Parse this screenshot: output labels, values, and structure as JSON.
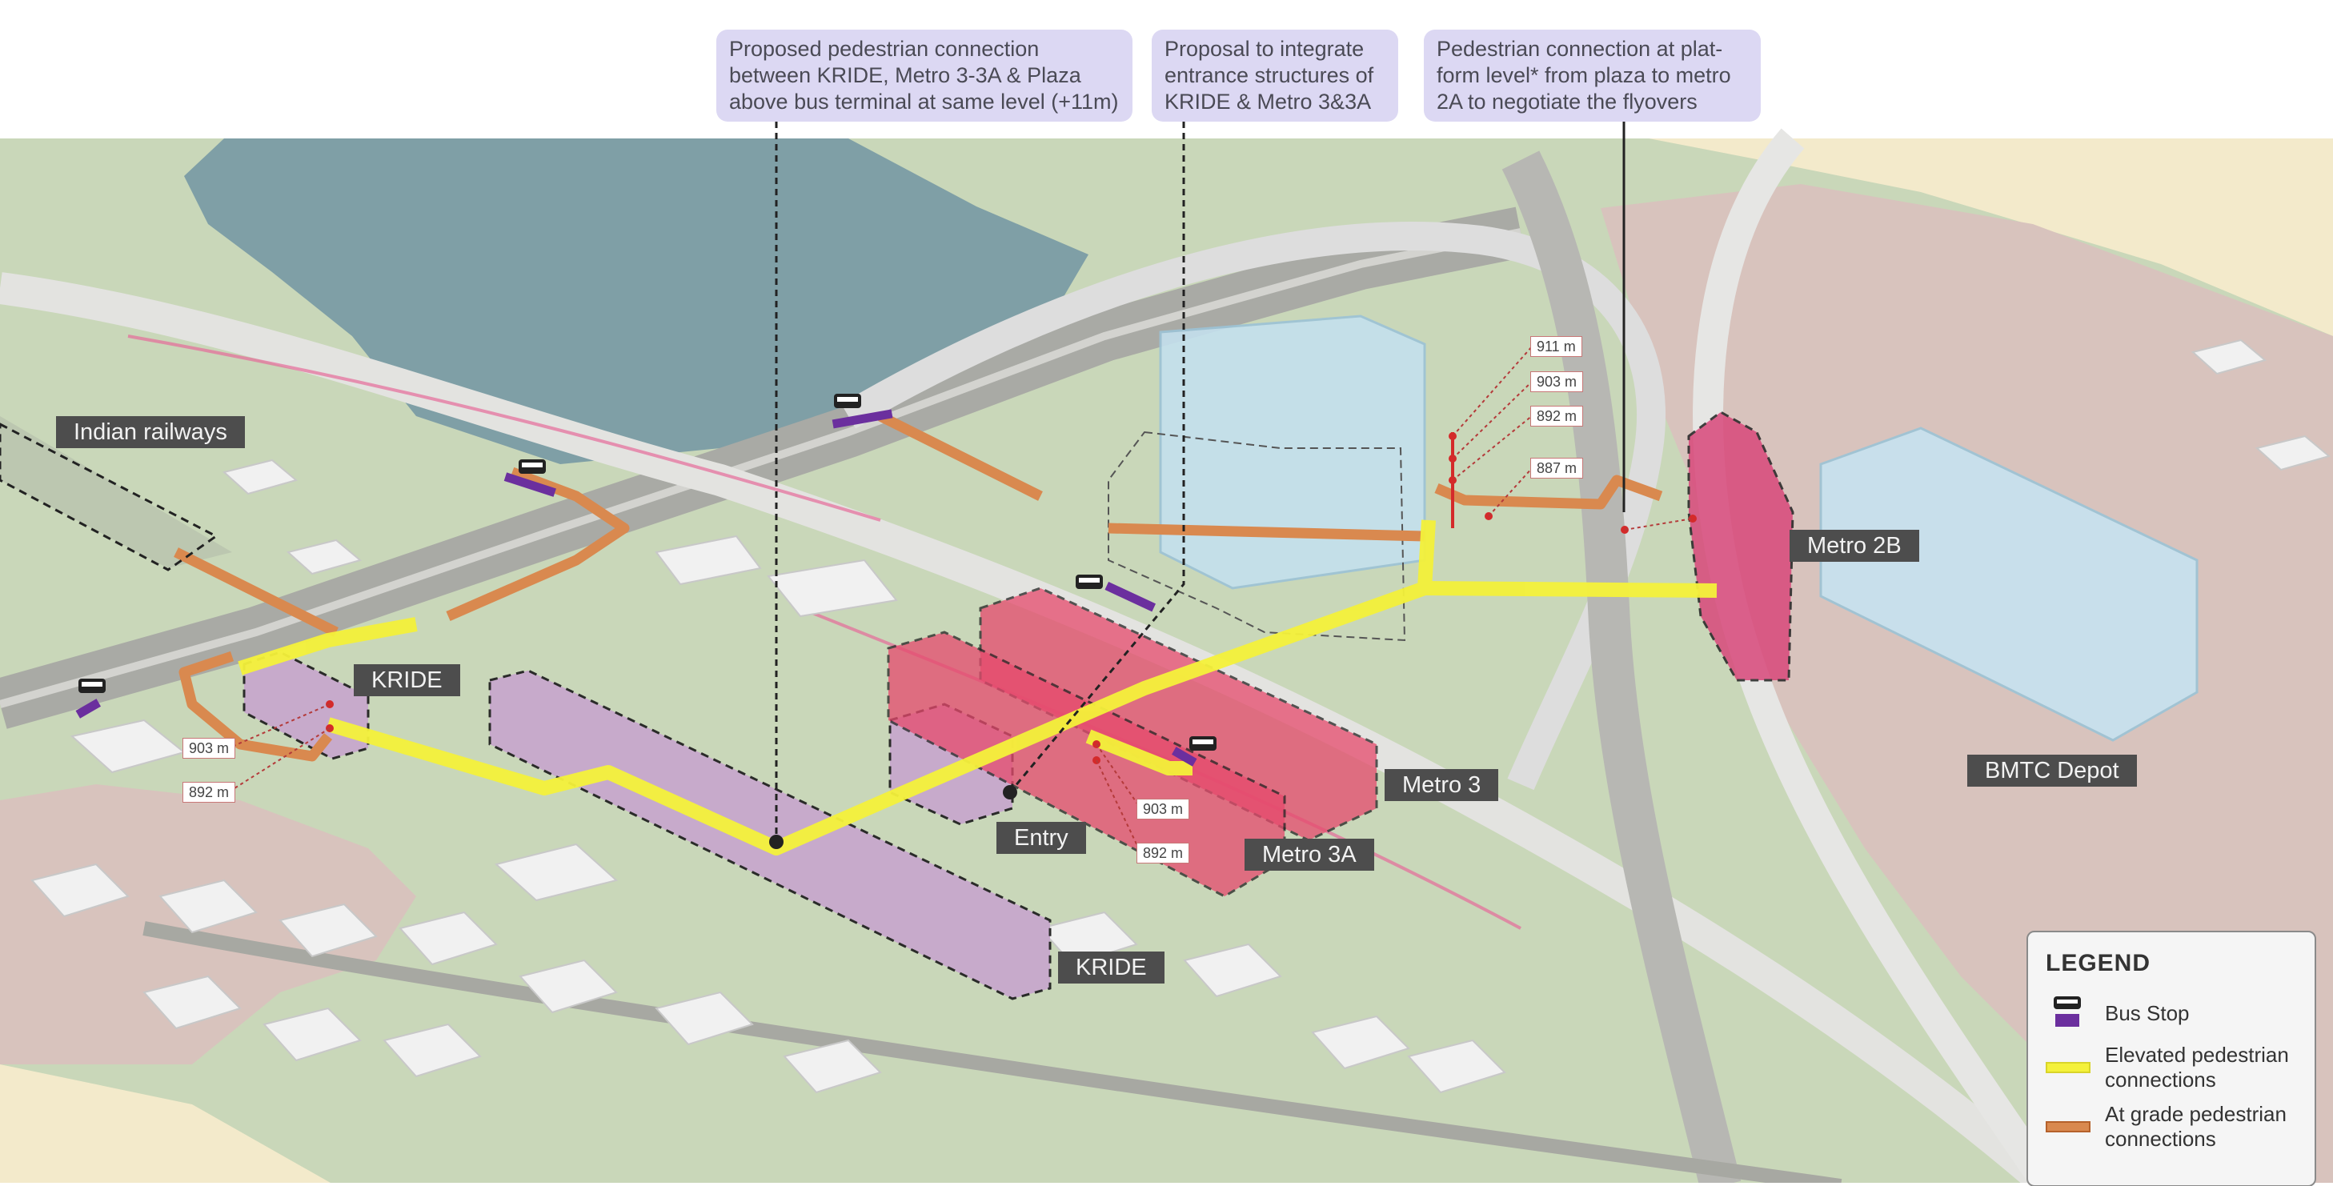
{
  "callouts": [
    {
      "text": "Proposed pedestrian connection\nbetween KRIDE, Metro 3-3A & Plaza\nabove bus terminal at same level (+11m)"
    },
    {
      "text": "Proposal to integrate\nentrance structures of\nKRIDE & Metro 3&3A"
    },
    {
      "text": "Pedestrian connection at plat-\nform level* from plaza to metro\n2A to negotiate the flyovers"
    }
  ],
  "labels": {
    "indian_railways": "Indian railways",
    "kride_north": "KRIDE",
    "kride_south": "KRIDE",
    "entry": "Entry",
    "metro_3": "Metro 3",
    "metro_3a": "Metro 3A",
    "metro_2b": "Metro 2B",
    "bmtc_depot": "BMTC Depot"
  },
  "elevations": {
    "west_903": "903 m",
    "west_892": "892 m",
    "mid_903": "903 m",
    "mid_892": "892 m",
    "east_911": "911 m",
    "east_903": "903 m",
    "east_892": "892 m",
    "east_887": "887 m"
  },
  "legend": {
    "title": "LEGEND",
    "items": [
      {
        "label": "Bus Stop",
        "icon": "bus-stop-icon",
        "color": "#6b2f9e"
      },
      {
        "label": "Elevated pedestrian connections",
        "icon": "yellow-line",
        "color": "#f4f13a"
      },
      {
        "label": "At grade pedestrian connections",
        "icon": "orange-line",
        "color": "#d9894f"
      }
    ]
  },
  "colors": {
    "water": "#7f9fa6",
    "ground": "#c9d7b9",
    "sand": "#f3eacb",
    "elevated_connection": "#f4f13a",
    "at_grade_connection": "#d9894f",
    "bus_stop": "#6b2f9e",
    "callout_bg": "#dcd8f3"
  }
}
